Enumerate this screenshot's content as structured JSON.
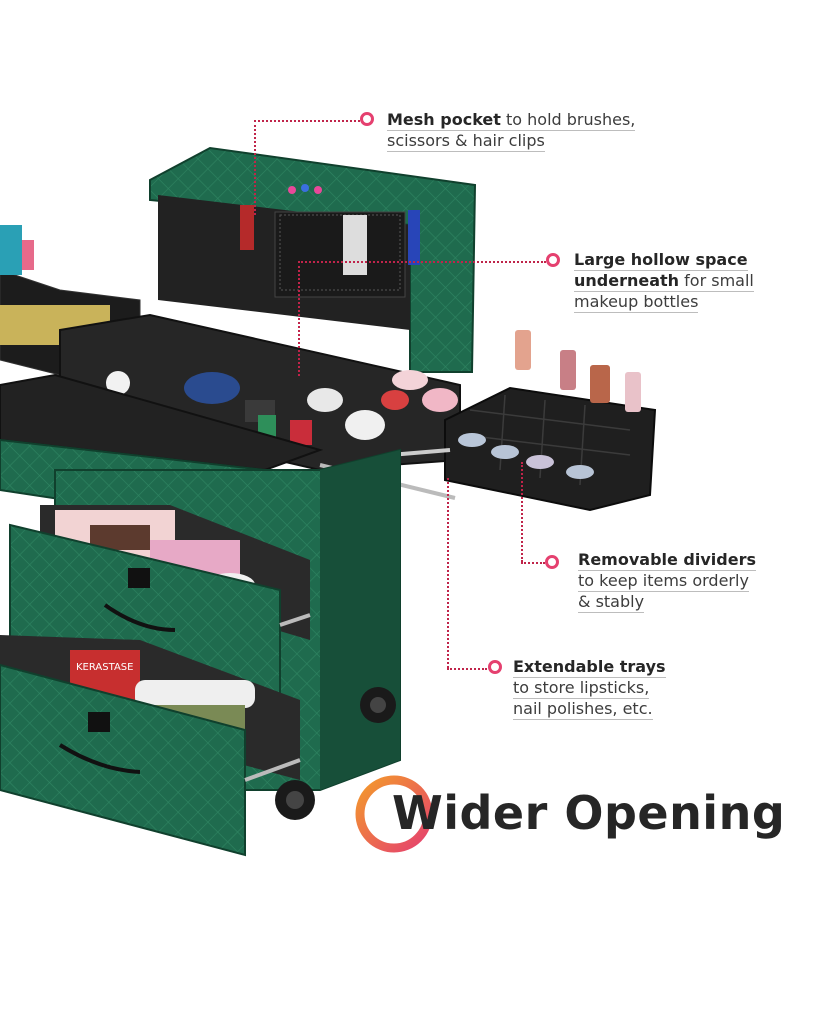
{
  "callouts": {
    "mesh_pocket": {
      "bold": "Mesh pocket",
      "rest": " to hold brushes,",
      "line2": "scissors & hair clips"
    },
    "hollow_space": {
      "line1": "Large hollow space",
      "line2_bold": "underneath",
      "line2_rest": " for small",
      "line3": "makeup bottles"
    },
    "dividers": {
      "bold": "Removable dividers",
      "line2": "to keep items orderly",
      "line3": "& stably"
    },
    "trays": {
      "bold": "Extendable trays",
      "line2": "to store lipsticks,",
      "line3": "nail polishes, etc."
    }
  },
  "headline": "Wider Opening",
  "product_labels": {
    "brand_on_bottle": "KERASTASE"
  },
  "colors": {
    "case_green": "#1f6b4e",
    "case_dark": "#164e39",
    "accent_pink": "#e5406f",
    "accent_orange": "#f39a2b",
    "interior": "#2b2b2b"
  }
}
